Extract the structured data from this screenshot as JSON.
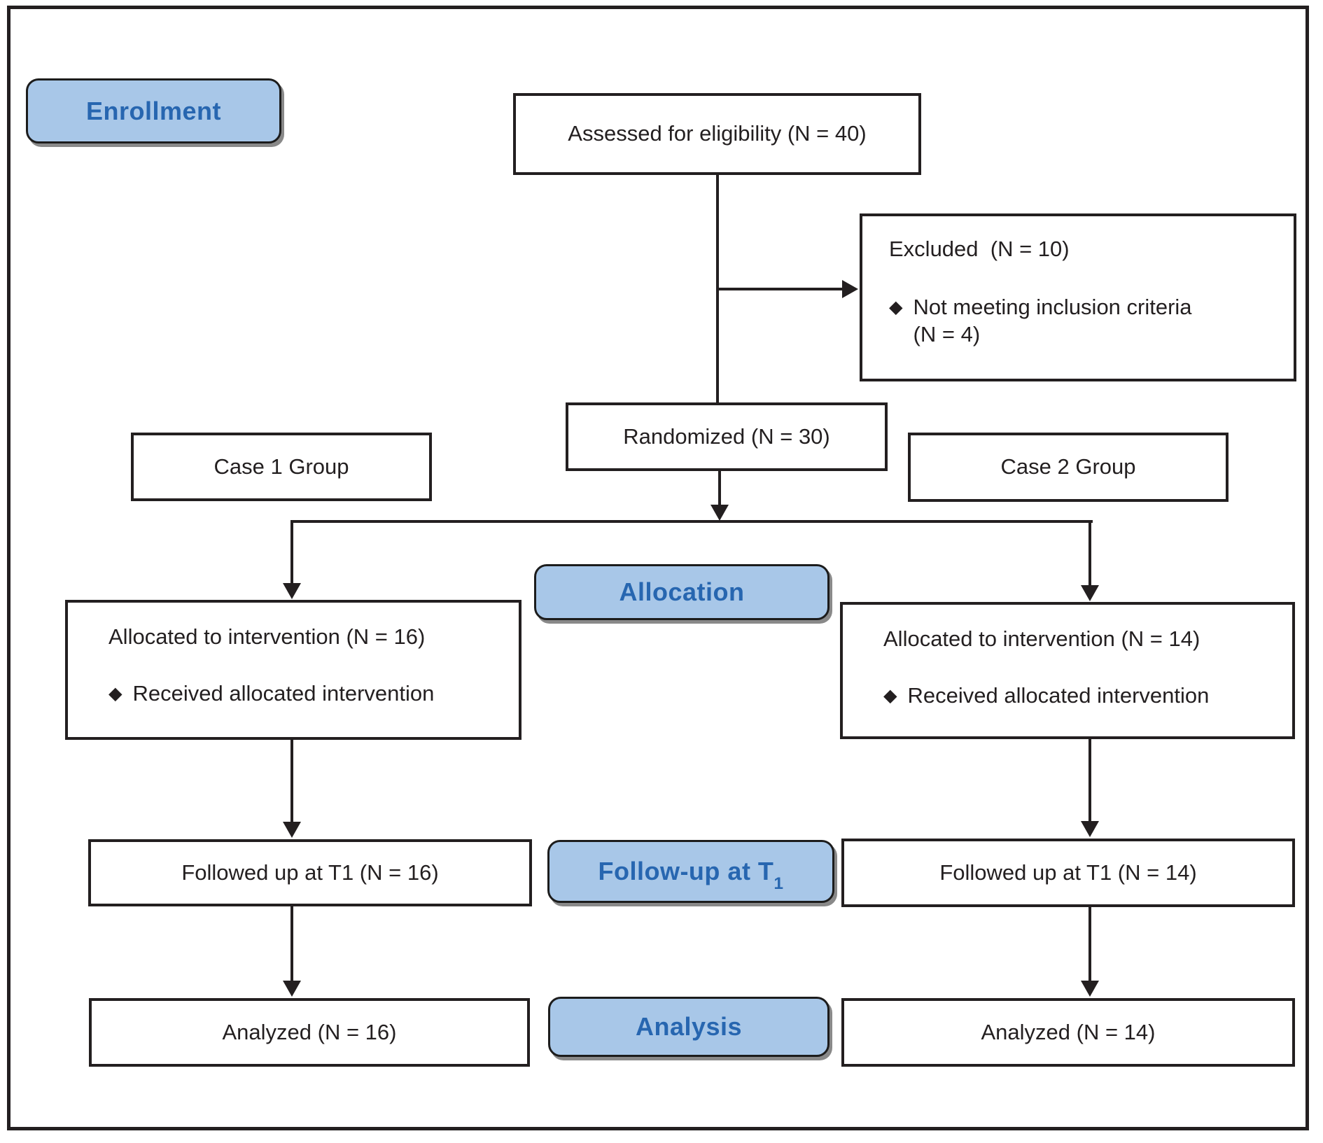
{
  "figure": {
    "type": "consort-flow-diagram",
    "colors": {
      "stage_fill": "#a8c7e8",
      "stage_border": "#1c1c1c",
      "stage_text": "#2766b0",
      "box_border": "#231f20",
      "box_text": "#231f20",
      "line": "#231f20",
      "background": "#ffffff"
    },
    "bullet_glyph": "◆",
    "stages": {
      "enrollment": "Enrollment",
      "allocation": "Allocation",
      "followup_main": "Follow-up at T",
      "followup_sub": "1",
      "analysis": "Analysis"
    },
    "boxes": {
      "assessed": "Assessed for eligibility (N = 40)",
      "excluded_title": "Excluded  (N = 10)",
      "excluded_reason": "Not meeting inclusion criteria",
      "excluded_reason_n": "(N = 4)",
      "randomized": "Randomized (N = 30)",
      "case1": "Case 1 Group",
      "case2": "Case 2 Group",
      "alloc_left_title": "Allocated to intervention (N = 16)",
      "alloc_left_bullet": "Received allocated intervention",
      "alloc_right_title": "Allocated to intervention (N = 14)",
      "alloc_right_bullet": "Received allocated intervention",
      "followup_left": "Followed up at T1 (N = 16)",
      "followup_right": "Followed up at T1 (N = 14)",
      "analyzed_left": "Analyzed (N = 16)",
      "analyzed_right": "Analyzed (N = 14)"
    }
  }
}
